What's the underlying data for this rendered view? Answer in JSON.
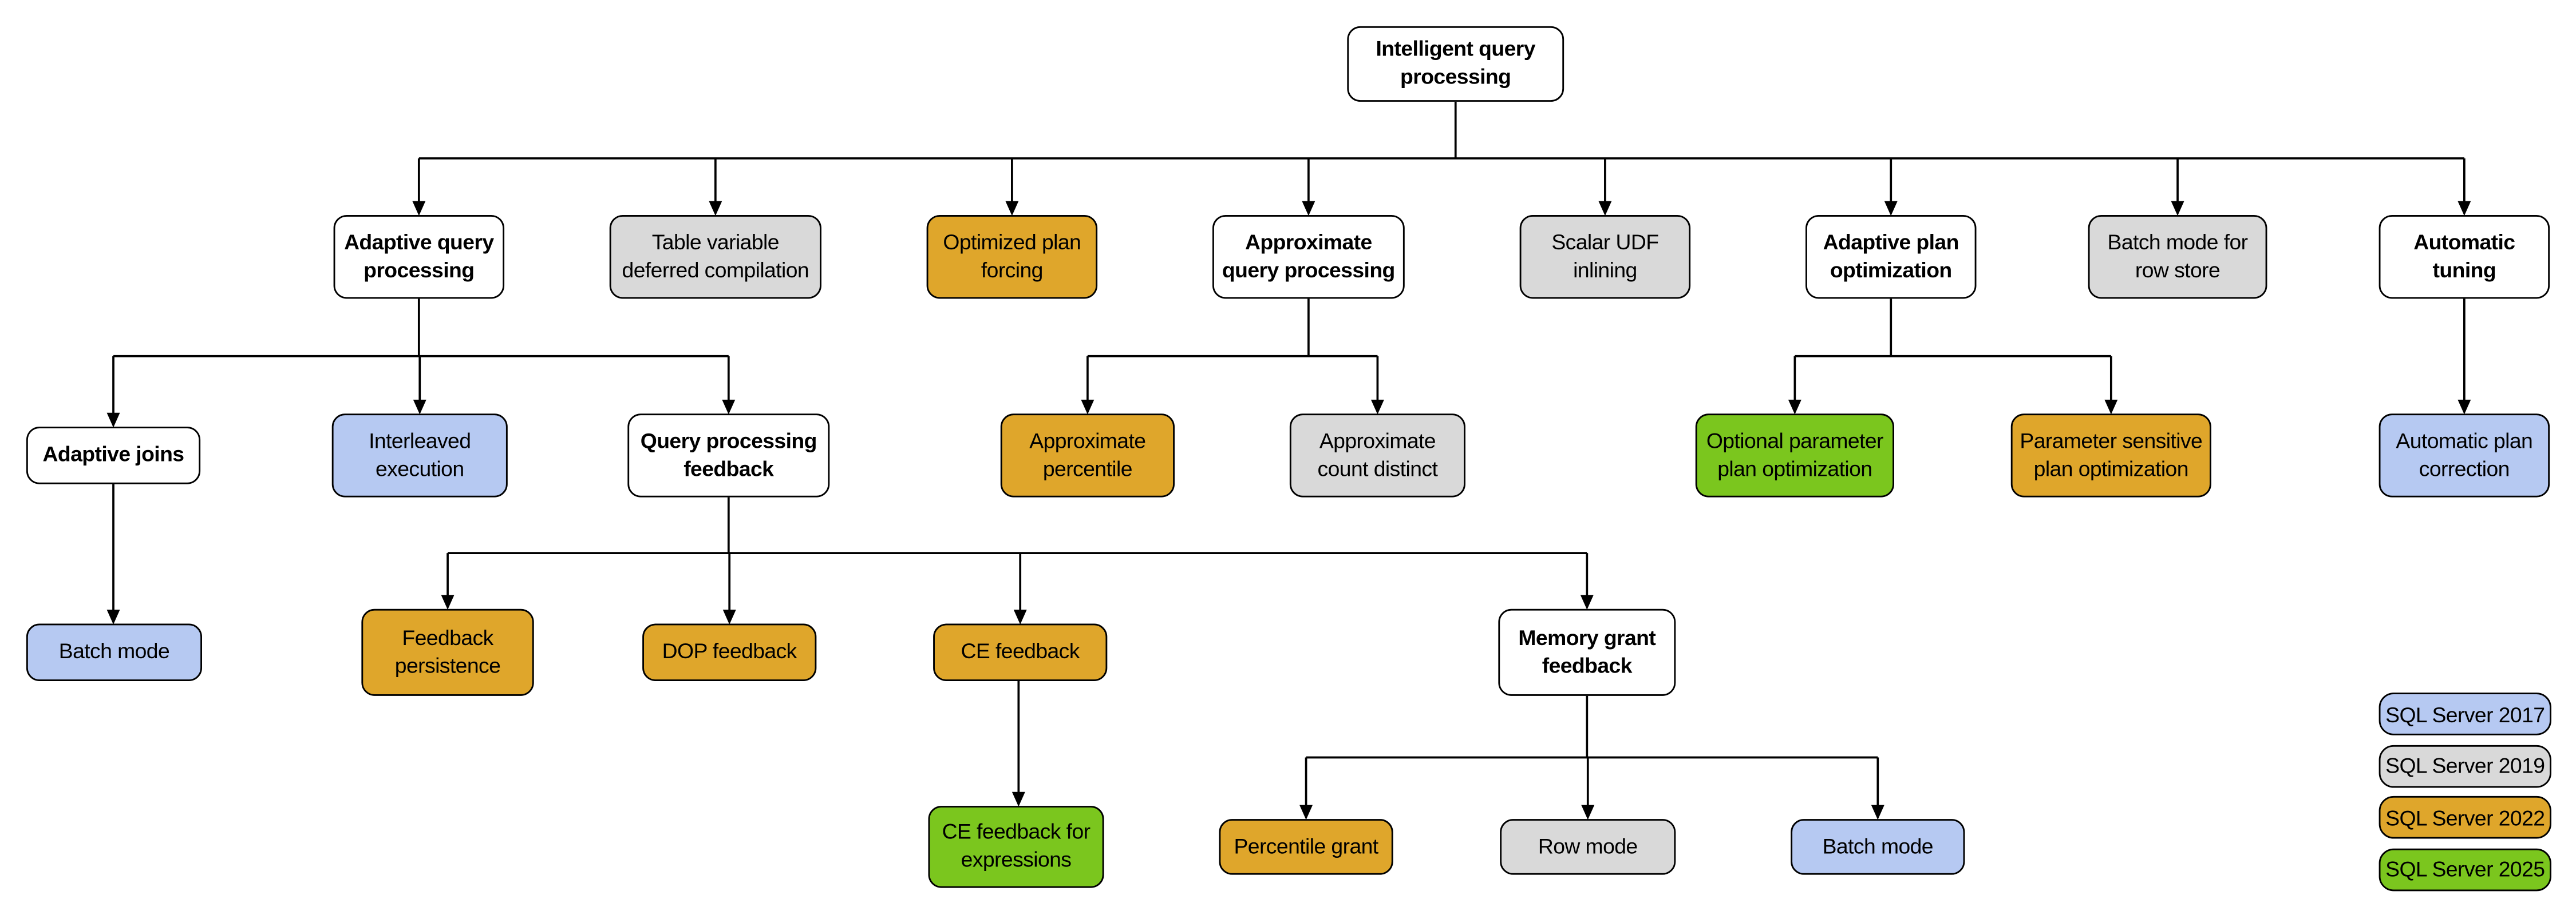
{
  "diagram_title": "Intelligent query processing",
  "colors": {
    "category": "#FFFFFF",
    "2017": "#B6C9F2",
    "2019": "#D9D9D9",
    "2022": "#DFA62B",
    "2025": "#7BC61E",
    "border": "#000000",
    "line": "#000000"
  },
  "nodes": [
    {
      "id": "iqp",
      "label": "Intelligent query processing",
      "lines": [
        "Intelligent query",
        "processing"
      ],
      "version": "category"
    },
    {
      "id": "aqp",
      "label": "Adaptive query processing",
      "lines": [
        "Adaptive query",
        "processing"
      ],
      "version": "category"
    },
    {
      "id": "tvdc",
      "label": "Table variable deferred compilation",
      "lines": [
        "Table variable",
        "deferred compilation"
      ],
      "version": "2019"
    },
    {
      "id": "opf",
      "label": "Optimized plan forcing",
      "lines": [
        "Optimized plan",
        "forcing"
      ],
      "version": "2022"
    },
    {
      "id": "approx",
      "label": "Approximate query processing",
      "lines": [
        "Approximate",
        "query processing"
      ],
      "version": "category"
    },
    {
      "id": "udf",
      "label": "Scalar UDF inlining",
      "lines": [
        "Scalar UDF",
        "inlining"
      ],
      "version": "2019"
    },
    {
      "id": "apo",
      "label": "Adaptive plan optimization",
      "lines": [
        "Adaptive plan",
        "optimization"
      ],
      "version": "category"
    },
    {
      "id": "bmrs",
      "label": "Batch mode for row store",
      "lines": [
        "Batch mode for",
        "row store"
      ],
      "version": "2019"
    },
    {
      "id": "at",
      "label": "Automatic tuning",
      "lines": [
        "Automatic",
        "tuning"
      ],
      "version": "category"
    },
    {
      "id": "aj",
      "label": "Adaptive joins",
      "lines": [
        "Adaptive joins"
      ],
      "version": "category"
    },
    {
      "id": "ie",
      "label": "Interleaved execution",
      "lines": [
        "Interleaved",
        "execution"
      ],
      "version": "2017"
    },
    {
      "id": "qpf",
      "label": "Query processing feedback",
      "lines": [
        "Query processing",
        "feedback"
      ],
      "version": "category"
    },
    {
      "id": "ap",
      "label": "Approximate percentile",
      "lines": [
        "Approximate",
        "percentile"
      ],
      "version": "2022"
    },
    {
      "id": "acd",
      "label": "Approximate count distinct",
      "lines": [
        "Approximate",
        "count distinct"
      ],
      "version": "2019"
    },
    {
      "id": "oppo",
      "label": "Optional parameter plan optimization",
      "lines": [
        "Optional parameter",
        "plan optimization"
      ],
      "version": "2025"
    },
    {
      "id": "pspo",
      "label": "Parameter sensitive plan optimization",
      "lines": [
        "Parameter sensitive",
        "plan optimization"
      ],
      "version": "2022"
    },
    {
      "id": "apc",
      "label": "Automatic plan correction",
      "lines": [
        "Automatic plan",
        "correction"
      ],
      "version": "2017"
    },
    {
      "id": "bm1",
      "label": "Batch mode",
      "lines": [
        "Batch mode"
      ],
      "version": "2017"
    },
    {
      "id": "fp",
      "label": "Feedback persistence",
      "lines": [
        "Feedback",
        "persistence"
      ],
      "version": "2022"
    },
    {
      "id": "dop",
      "label": "DOP feedback",
      "lines": [
        "DOP feedback"
      ],
      "version": "2022"
    },
    {
      "id": "cef",
      "label": "CE feedback",
      "lines": [
        "CE feedback"
      ],
      "version": "2022"
    },
    {
      "id": "mgf",
      "label": "Memory grant feedback",
      "lines": [
        "Memory grant",
        "feedback"
      ],
      "version": "category"
    },
    {
      "id": "cefe",
      "label": "CE feedback for expressions",
      "lines": [
        "CE feedback for",
        "expressions"
      ],
      "version": "2025"
    },
    {
      "id": "pg",
      "label": "Percentile grant",
      "lines": [
        "Percentile grant"
      ],
      "version": "2022"
    },
    {
      "id": "rm",
      "label": "Row mode",
      "lines": [
        "Row mode"
      ],
      "version": "2019"
    },
    {
      "id": "bm2",
      "label": "Batch mode",
      "lines": [
        "Batch mode"
      ],
      "version": "2017"
    }
  ],
  "edges": [
    {
      "from": "iqp",
      "to": [
        "aqp",
        "tvdc",
        "opf",
        "approx",
        "udf",
        "apo",
        "bmrs",
        "at"
      ]
    },
    {
      "from": "aqp",
      "to": [
        "aj",
        "ie",
        "qpf"
      ]
    },
    {
      "from": "approx",
      "to": [
        "ap",
        "acd"
      ]
    },
    {
      "from": "apo",
      "to": [
        "oppo",
        "pspo"
      ]
    },
    {
      "from": "at",
      "to": [
        "apc"
      ]
    },
    {
      "from": "aj",
      "to": [
        "bm1"
      ]
    },
    {
      "from": "qpf",
      "to": [
        "fp",
        "dop",
        "cef",
        "mgf"
      ]
    },
    {
      "from": "cef",
      "to": [
        "cefe"
      ]
    },
    {
      "from": "mgf",
      "to": [
        "pg",
        "rm",
        "bm2"
      ]
    }
  ],
  "legend": [
    {
      "label": "SQL Server 2017",
      "version": "2017"
    },
    {
      "label": "SQL Server 2019",
      "version": "2019"
    },
    {
      "label": "SQL Server 2022",
      "version": "2022"
    },
    {
      "label": "SQL Server 2025",
      "version": "2025"
    }
  ]
}
